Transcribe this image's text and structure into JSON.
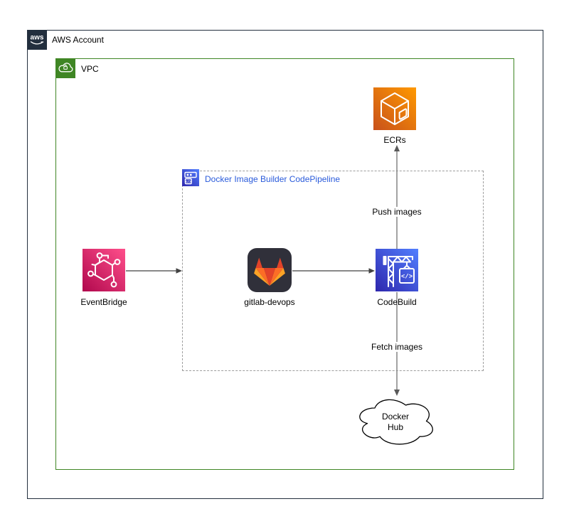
{
  "diagram": {
    "containers": {
      "account": {
        "label": "AWS Account",
        "logo_text": "aws"
      },
      "vpc": {
        "label": "VPC"
      },
      "pipeline": {
        "label": "Docker Image Builder CodePipeline"
      }
    },
    "nodes": {
      "ecr": {
        "label": "ECRs"
      },
      "eventbridge": {
        "label": "EventBridge"
      },
      "gitlab": {
        "label": "gitlab-devops"
      },
      "codebuild": {
        "label": "CodeBuild"
      },
      "dockerhub": {
        "label_line1": "Docker",
        "label_line2": "Hub"
      }
    },
    "edges": {
      "eventbridge_to_pipeline": {
        "label": ""
      },
      "gitlab_to_codebuild": {
        "label": ""
      },
      "codebuild_to_ecr": {
        "label": "Push images"
      },
      "codebuild_to_dockerhub": {
        "label": "Fetch images"
      }
    },
    "icon_text": {
      "code": "</>"
    },
    "colors": {
      "account_border": "#232F3E",
      "aws_icon_bg": "#232F3E",
      "vpc_green": "#3F8624",
      "pipeline_title_blue": "#2A5BDB",
      "dashed_border_gray": "#9E9E9E",
      "eventbridge_gradient": [
        "#B0084D",
        "#FF4F8B"
      ],
      "ecr_gradient": [
        "#C8511B",
        "#FF9900"
      ],
      "codebuild_gradient": [
        "#2E27AD",
        "#527FFF"
      ],
      "gitlab_bg": "#30303A",
      "gitlab_logo_colors": [
        "#E24329",
        "#FC6D26",
        "#FCA326"
      ],
      "arrow_dark": "#424242",
      "arrow_gray": "#8C8C8C"
    }
  }
}
